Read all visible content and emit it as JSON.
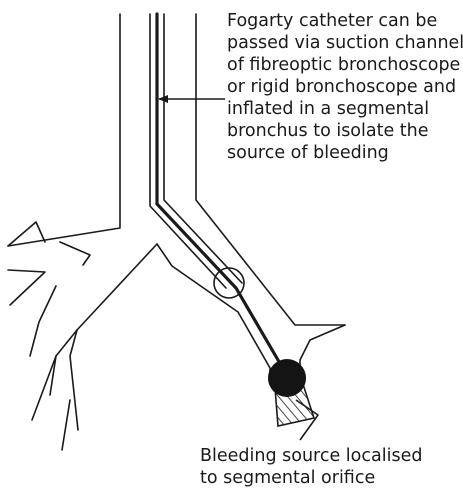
{
  "annotations": {
    "catheter": {
      "lines": [
        "Fogarty catheter can be",
        "passed via suction channel",
        "of fibreoptic bronchoscope",
        "or rigid bronchoscope and",
        "inflated in a segmental",
        "bronchus to isolate the",
        "source of bleeding"
      ]
    },
    "bleeding": {
      "lines": [
        "Bleeding source localised",
        "to segmental orifice"
      ]
    }
  },
  "colors": {
    "stroke": "#1a1a1a",
    "background": "#ffffff"
  }
}
